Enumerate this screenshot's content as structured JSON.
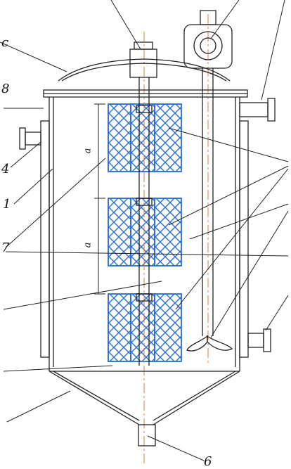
{
  "colors": {
    "line": "#222222",
    "mesh": "#2a6fd6",
    "axis": "#e07a3a",
    "background": "#ffffff"
  },
  "labels": {
    "left_top": "c",
    "left_8": "8",
    "left_4": "4",
    "left_1": "1",
    "left_7": "7",
    "bottom_6": "6"
  },
  "dimensions": {
    "spacing_upper": "a",
    "spacing_lower": "a"
  },
  "basket_count": 3,
  "basket_columns": 3
}
